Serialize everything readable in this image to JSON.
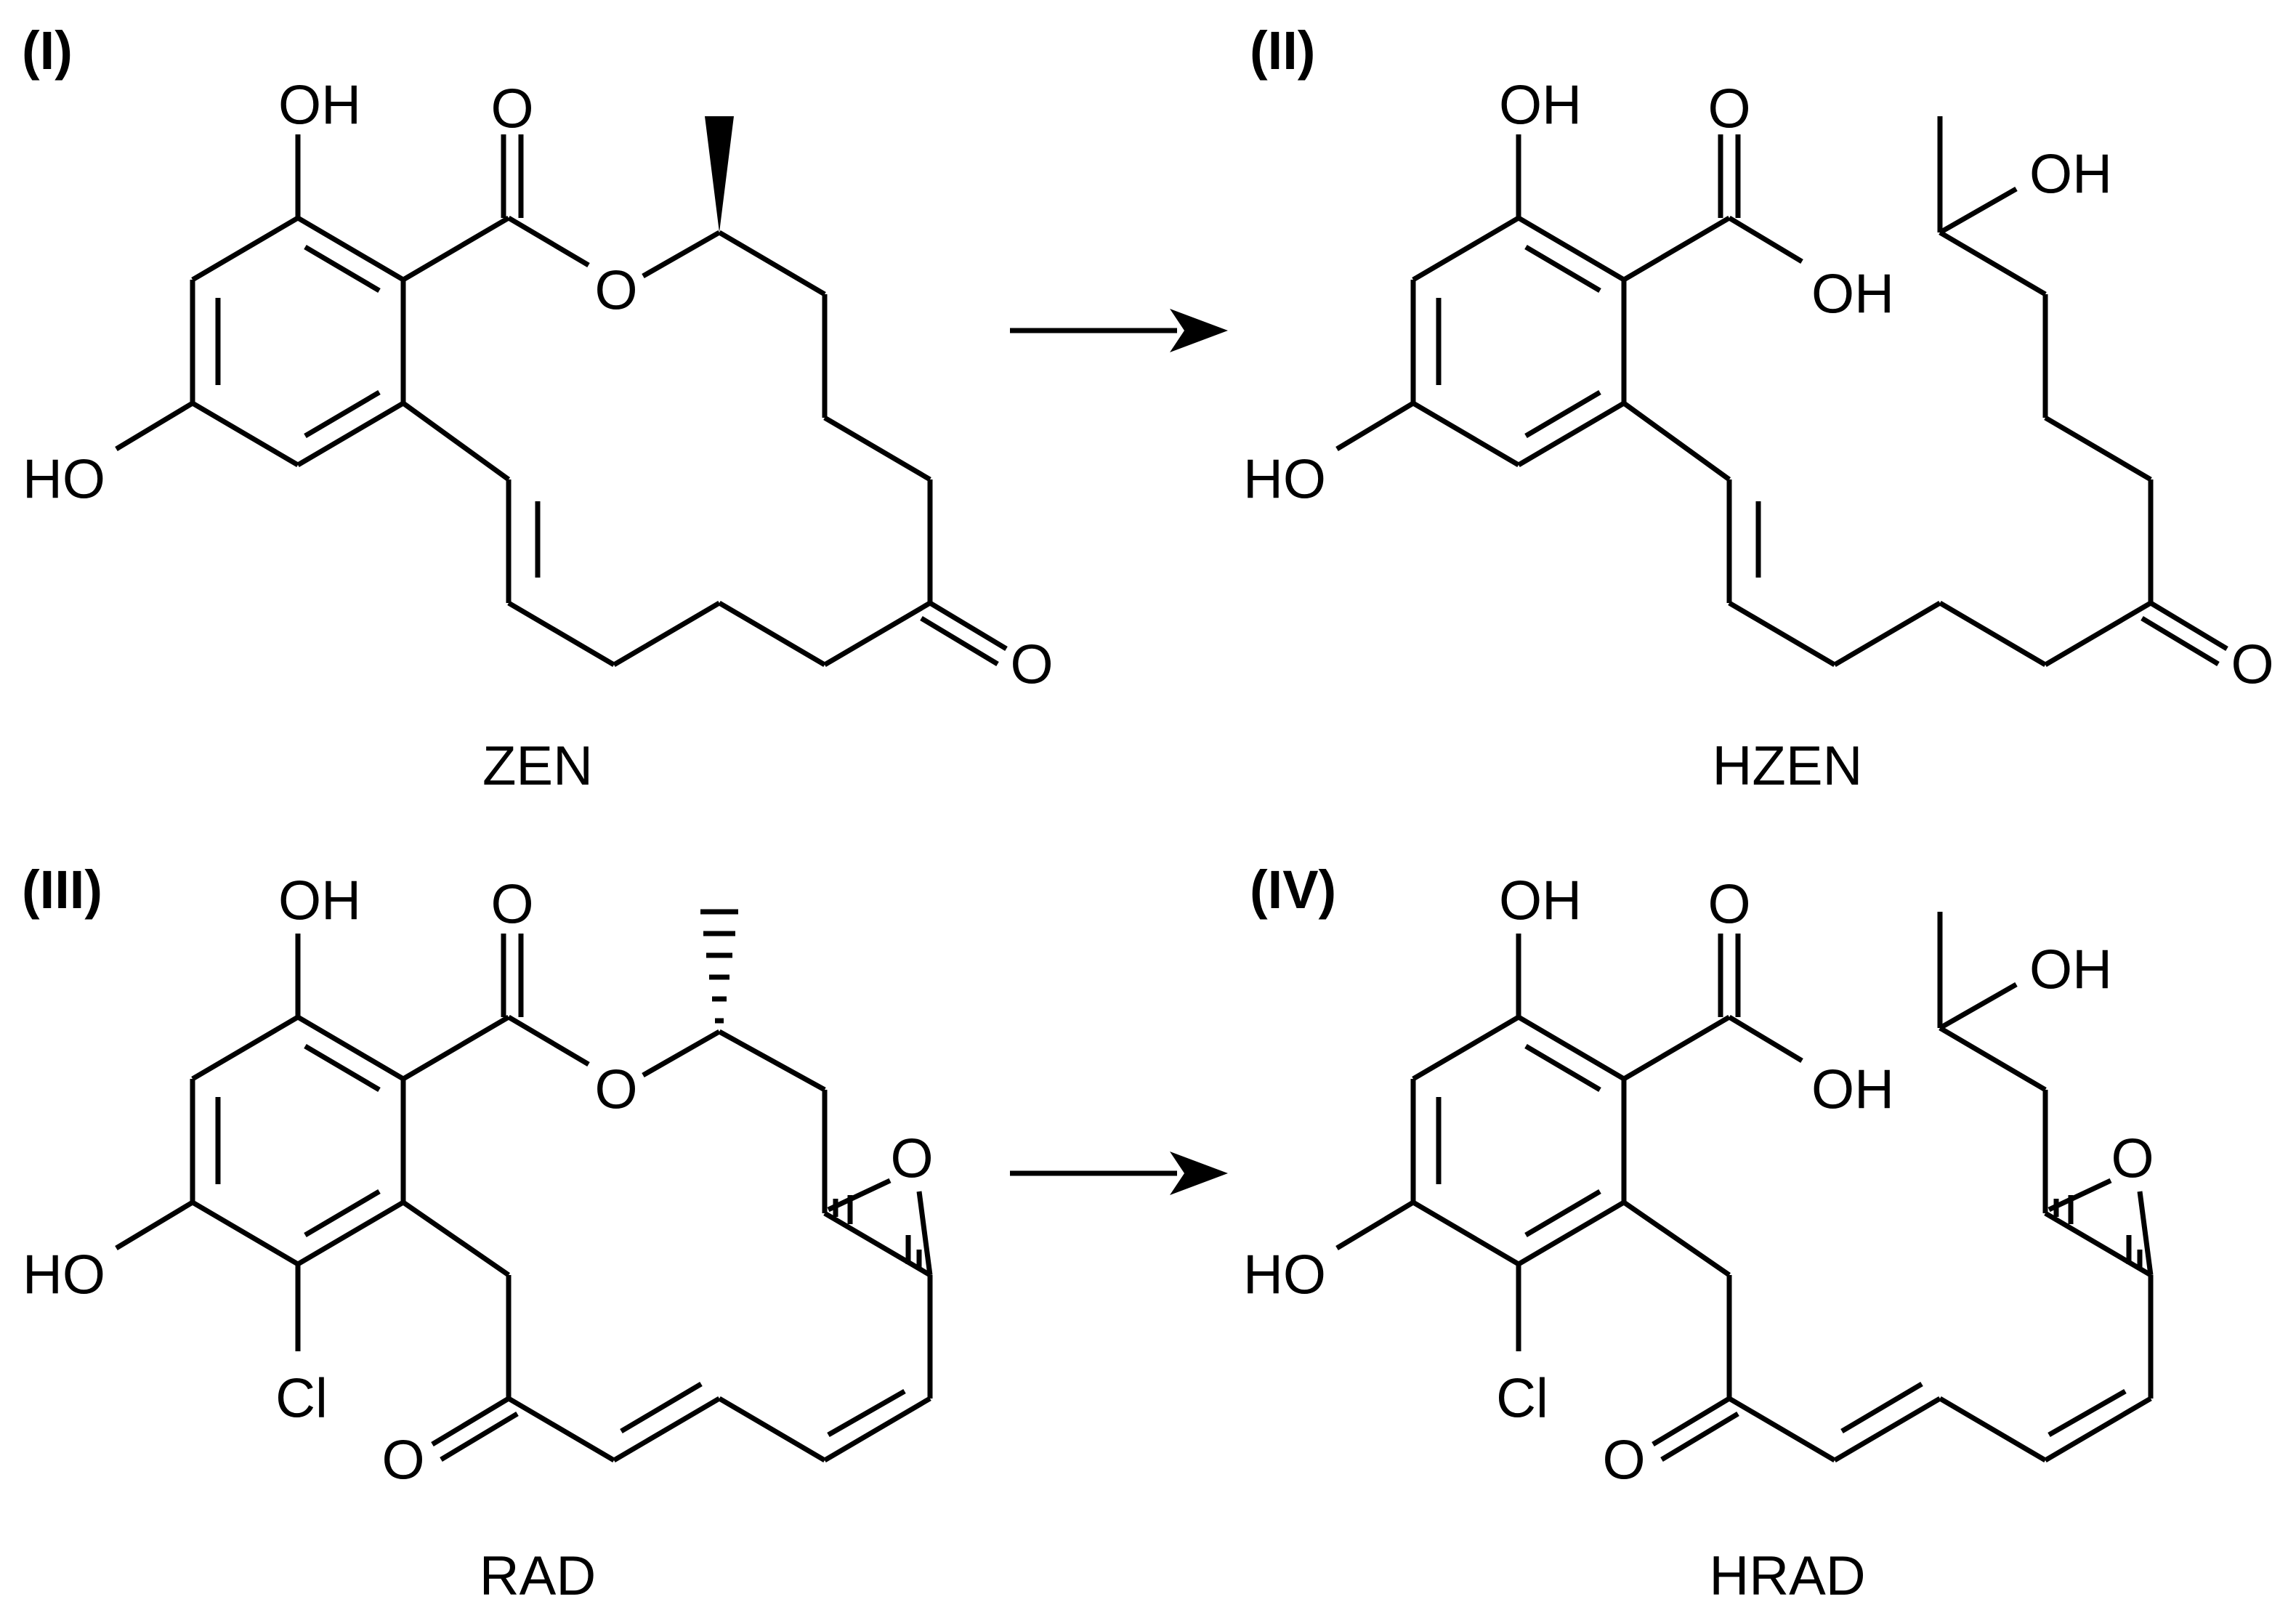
{
  "panels": {
    "I": {
      "label": "(I)",
      "name": "ZEN",
      "atoms": {
        "oh_top": "OH",
        "oh_left": "HO",
        "carbonyl_o": "O",
        "ester_o": "O",
        "ketone_o": "O"
      }
    },
    "II": {
      "label": "(II)",
      "name": "HZEN",
      "atoms": {
        "oh_top": "OH",
        "oh_left": "HO",
        "acid_o": "O",
        "acid_oh": "OH",
        "side_oh": "OH",
        "ketone_o": "O"
      }
    },
    "III": {
      "label": "(III)",
      "name": "RAD",
      "atoms": {
        "oh_top": "OH",
        "oh_left": "HO",
        "cl": "Cl",
        "carbonyl_o": "O",
        "ester_o": "O",
        "epoxide_o": "O",
        "ketone_o": "O"
      }
    },
    "IV": {
      "label": "(IV)",
      "name": "HRAD",
      "atoms": {
        "oh_top": "OH",
        "oh_left": "HO",
        "cl": "Cl",
        "acid_o": "O",
        "acid_oh": "OH",
        "side_oh": "OH",
        "epoxide_o": "O",
        "ketone_o": "O"
      }
    }
  },
  "arrows": [
    {
      "from": "ZEN",
      "to": "HZEN"
    },
    {
      "from": "RAD",
      "to": "HRAD"
    }
  ]
}
